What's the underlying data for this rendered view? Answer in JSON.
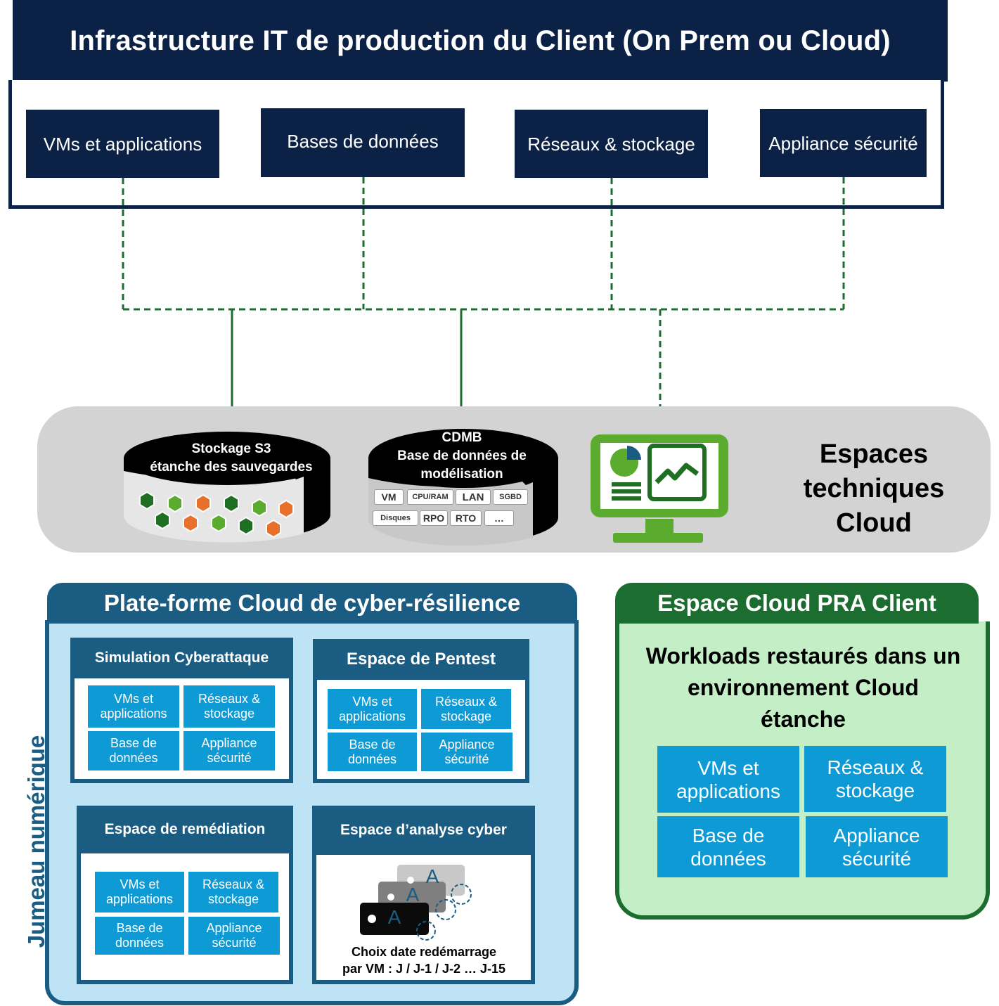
{
  "header": {
    "title": "Infrastructure IT de production du Client (On Prem ou Cloud)"
  },
  "sources": [
    {
      "label": "VMs et applications"
    },
    {
      "label": "Bases de données"
    },
    {
      "label": "Réseaux & stockage"
    },
    {
      "label": "Appliance sécurité"
    }
  ],
  "tech": {
    "label_line1": "Espaces",
    "label_line2": "techniques",
    "label_line3": "Cloud",
    "s3": {
      "line1": "Stockage S3",
      "line2": "étanche des sauvegardes"
    },
    "cdmb": {
      "line1": "CDMB",
      "line2": "Base de données de",
      "line3": "modélisation",
      "chips": [
        "VM",
        "CPU/RAM",
        "LAN",
        "SGBD",
        "Disques",
        "RPO",
        "RTO",
        "…"
      ]
    }
  },
  "cyber": {
    "title": "Plate-forme Cloud de cyber-résilience",
    "side_label": "Jumeau numérique",
    "tile_labels": {
      "vms": [
        "VMs et",
        "applications"
      ],
      "net": [
        "Réseaux &",
        "stockage"
      ],
      "db": [
        "Base de",
        "données"
      ],
      "sec": [
        "Appliance",
        "sécurité"
      ]
    },
    "simulation": {
      "title": "Simulation Cyberattaque"
    },
    "pentest": {
      "title": "Espace de Pentest"
    },
    "remediation": {
      "title": "Espace de remédiation"
    },
    "analyse": {
      "title": "Espace d’analyse cyber",
      "caption_line1": "Choix date redémarrage",
      "caption_line2": "par VM : J /  J-1 / J-2 … J-15",
      "snapshot_letter": "A"
    }
  },
  "pra": {
    "title": "Espace Cloud PRA Client",
    "text_line1": "Workloads restaurés dans un",
    "text_line2": "environnement Cloud",
    "text_line3": "étanche",
    "tiles": {
      "vms": [
        "VMs et",
        "applications"
      ],
      "net": [
        "Réseaux &",
        "stockage"
      ],
      "db": [
        "Base de",
        "données"
      ],
      "sec": [
        "Appliance",
        "sécurité"
      ]
    }
  },
  "colors": {
    "navy": "#0c2146",
    "teal": "#1a5c82",
    "tile_blue": "#0e9bd5",
    "green_dark": "#1b6e2f",
    "green_light": "#c4efc6",
    "icon_green": "#5aab2e",
    "orange": "#e8702a",
    "connector": "#1b6e2f"
  }
}
